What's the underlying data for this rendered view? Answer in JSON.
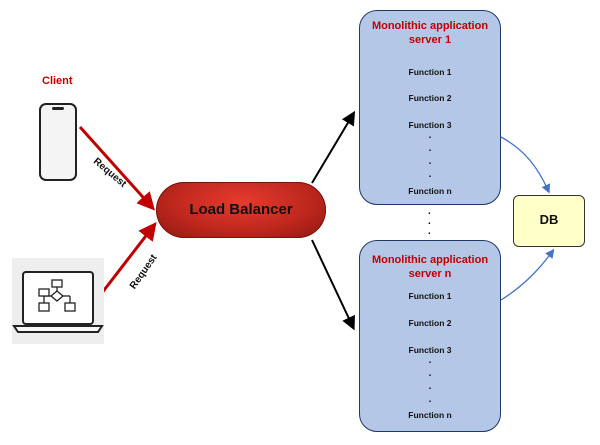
{
  "client": {
    "label": "Client"
  },
  "load_balancer": {
    "label": "Load Balancer"
  },
  "requests": [
    "Request",
    "Request"
  ],
  "servers": [
    {
      "title_line1": "Monolithic application",
      "title_line2": "server 1",
      "functions": [
        "Function 1",
        "Function 2",
        "Function 3",
        "Function n"
      ]
    },
    {
      "title_line1": "Monolithic application",
      "title_line2": "server n",
      "functions": [
        "Function 1",
        "Function 2",
        "Function 3",
        "Function n"
      ]
    }
  ],
  "ellipsis": ".",
  "db": {
    "label": "DB"
  },
  "colors": {
    "title_red": "#c00000",
    "arrow_red": "#c00000",
    "server_fill": "#b4c7e7",
    "db_fill": "#ffffc8",
    "connector_blue": "#4472c4"
  }
}
